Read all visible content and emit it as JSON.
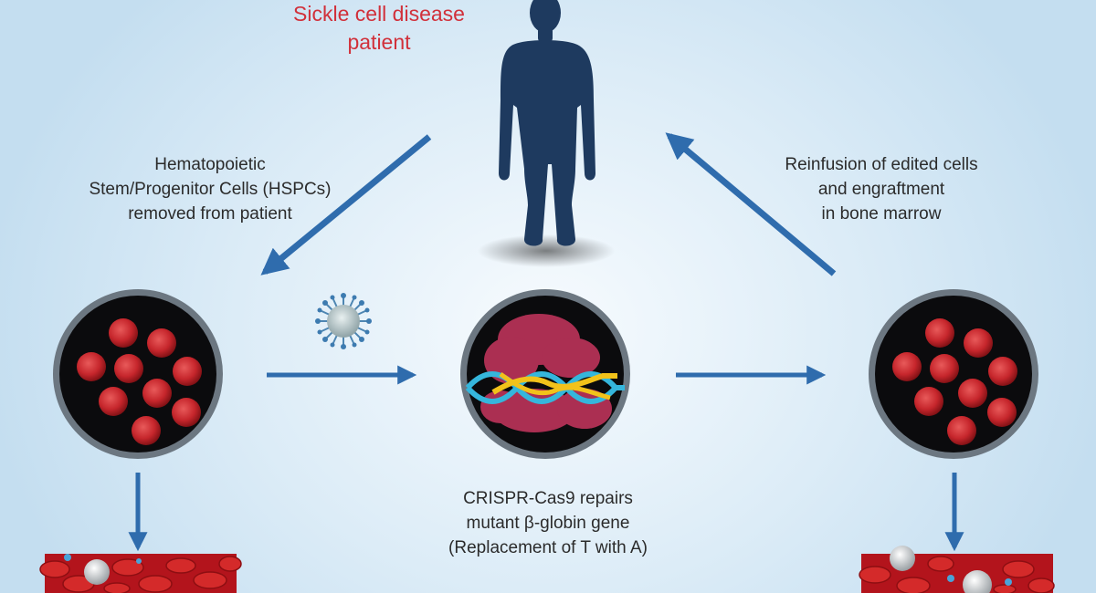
{
  "patient_label": [
    "Sickle cell disease",
    "patient"
  ],
  "removal_label": [
    "Hematopoietic",
    "Stem/Progenitor Cells (HSPCs)",
    "removed from patient"
  ],
  "reinfusion_label": [
    "Reinfusion of edited cells",
    "and engraftment",
    "in bone marrow"
  ],
  "crispr_label": [
    "CRISPR-Cas9 repairs",
    "mutant β-globin gene",
    "(Replacement of T with A)"
  ],
  "colors": {
    "accent": "#d1303a",
    "arrow": "#2f6cad",
    "figure": "#1e3a5f",
    "cell": "#c6262c",
    "dish_ring": "#7a8590",
    "dna_cyan": "#35b6dc",
    "dna_yellow": "#f2c21a",
    "protein": "#c8365f"
  },
  "icons": [
    "human-silhouette-icon",
    "virus-vector-icon",
    "dna-helix-icon",
    "cell-dish-icon",
    "blood-cells-icon"
  ]
}
